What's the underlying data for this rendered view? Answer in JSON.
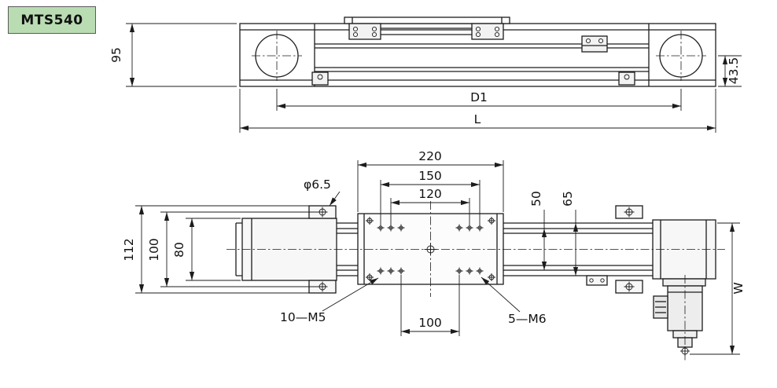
{
  "badge": {
    "label": "MTS540",
    "bg_color": "#b9dcb2"
  },
  "side_view": {
    "dim_height": "95",
    "dim_axis_height": "43.5",
    "dim_pulley_distance": "D1",
    "dim_overall_length": "L"
  },
  "plan_view": {
    "dim_carriage_length": "220",
    "dim_hole_pitch_150": "150",
    "dim_hole_pitch_120": "120",
    "dim_hole_pitch_100": "100",
    "label_mount_hole_dia": "φ6.5",
    "dim_rail_width": "50",
    "dim_body_width": "65",
    "dim_overall_width": "112",
    "dim_mount_pitch": "100",
    "dim_block_width": "80",
    "label_m5_holes": "10—M5",
    "label_m6_holes": "5—M6",
    "dim_total_width": "W"
  }
}
